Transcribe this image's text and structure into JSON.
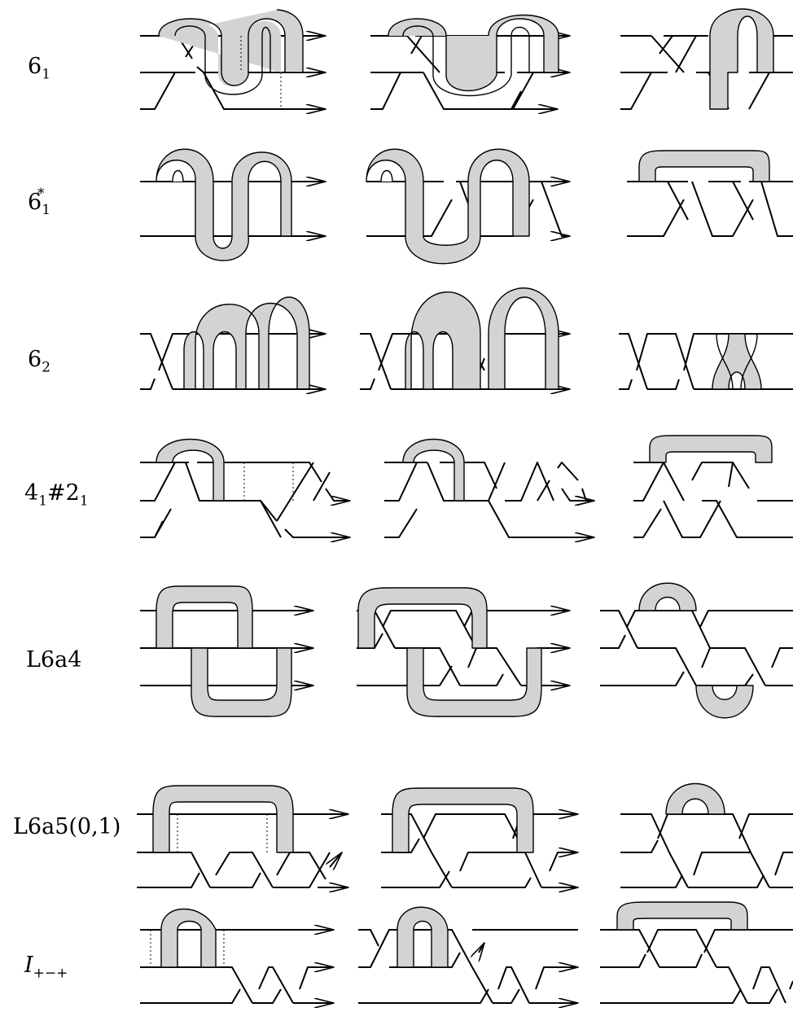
{
  "rows": [
    {
      "id": "6_1",
      "label": "6",
      "sub": "1",
      "sup": ""
    },
    {
      "id": "6_1_star",
      "label": "6",
      "sub": "1",
      "sup": "*"
    },
    {
      "id": "6_2",
      "label": "6",
      "sub": "2",
      "sup": ""
    },
    {
      "id": "4_1_sharp_2_1",
      "label": "4",
      "sub": "1",
      "label2": "#2",
      "sub2": "1"
    },
    {
      "id": "L6a4",
      "label": "L6a4"
    },
    {
      "id": "L6a5",
      "label": "L6a5(0,1)"
    },
    {
      "id": "I",
      "label": "I",
      "sub": "+−+"
    }
  ],
  "colors": {
    "band_fill": "#d3d3d3",
    "stroke": "#000000",
    "background": "#ffffff"
  }
}
